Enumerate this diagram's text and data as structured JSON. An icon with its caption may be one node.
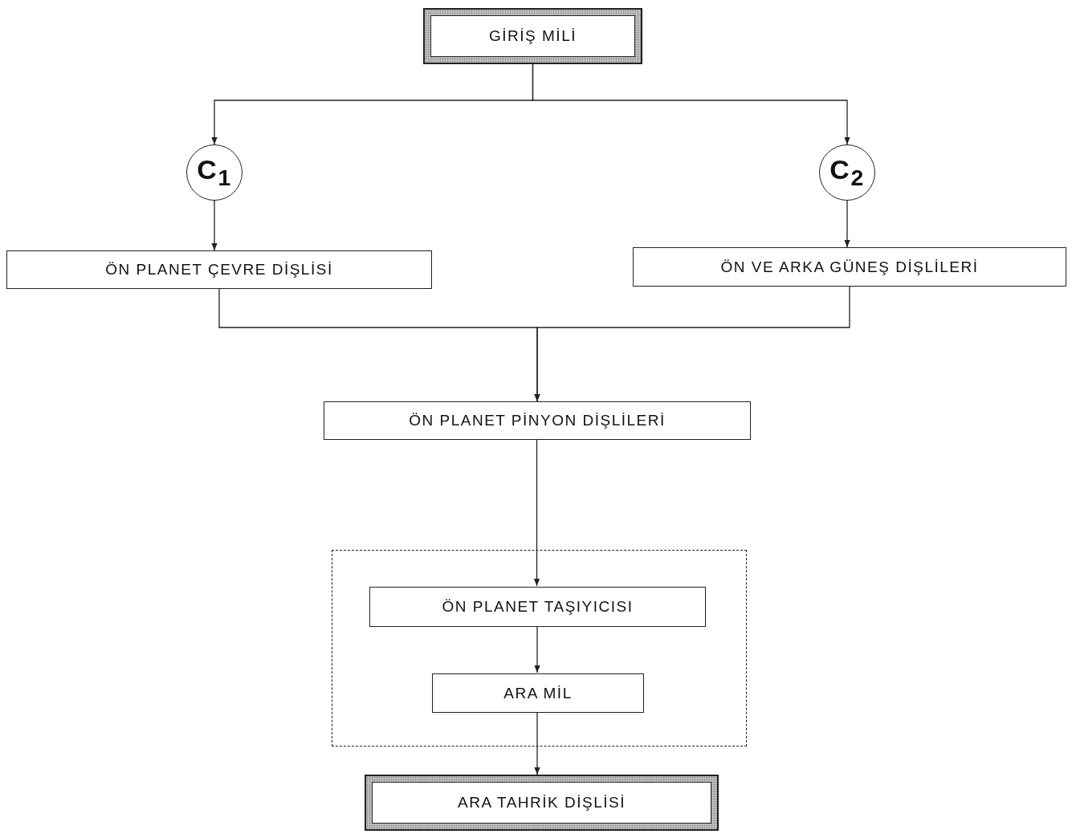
{
  "diagram": {
    "nodes": [
      {
        "text": [
          "GİRİŞ MİLİ"
        ]
      },
      {
        "text": [
          "C$_{1}$"
        ]
      },
      {
        "text": [
          "C$_{2}$"
        ]
      },
      {
        "text": [
          "ÖN PLANET ÇEVRE DİŞLİSİ"
        ]
      },
      {
        "text": [
          "ÖN VE ARKA GÜNEŞ DİŞLİLERİ"
        ]
      },
      {
        "text": [
          "ÖN PLANET PİNYON DİŞLİLERİ"
        ]
      },
      {
        "text": [],
        "shape": "box"
      },
      {
        "text": [
          "ÖN PLANET TAŞIYICISI"
        ],
        "in": 6
      },
      {
        "text": [
          "ARA MİL"
        ],
        "in": 6
      },
      {
        "text": [
          "ARA TAHRİK DİŞLİSİ"
        ]
      }
    ],
    "edges": [
      {
        "from": 0,
        "to": 1,
        "arrow": "to"
      },
      {
        "from": 0,
        "to": 2,
        "arrow": "to"
      },
      {
        "from": 1,
        "to": 3,
        "arrow": "to"
      },
      {
        "from": 2,
        "to": 4,
        "arrow": "to"
      },
      {
        "from": 3,
        "to": 5,
        "arrow": "to"
      },
      {
        "from": 4,
        "to": 5,
        "arrow": "to"
      },
      {
        "from": 5,
        "to": 7,
        "arrow": "to"
      },
      {
        "from": 7,
        "to": 8,
        "arrow": "to"
      },
      {
        "from": 8,
        "to": 9,
        "arrow": "to"
      }
    ]
  }
}
